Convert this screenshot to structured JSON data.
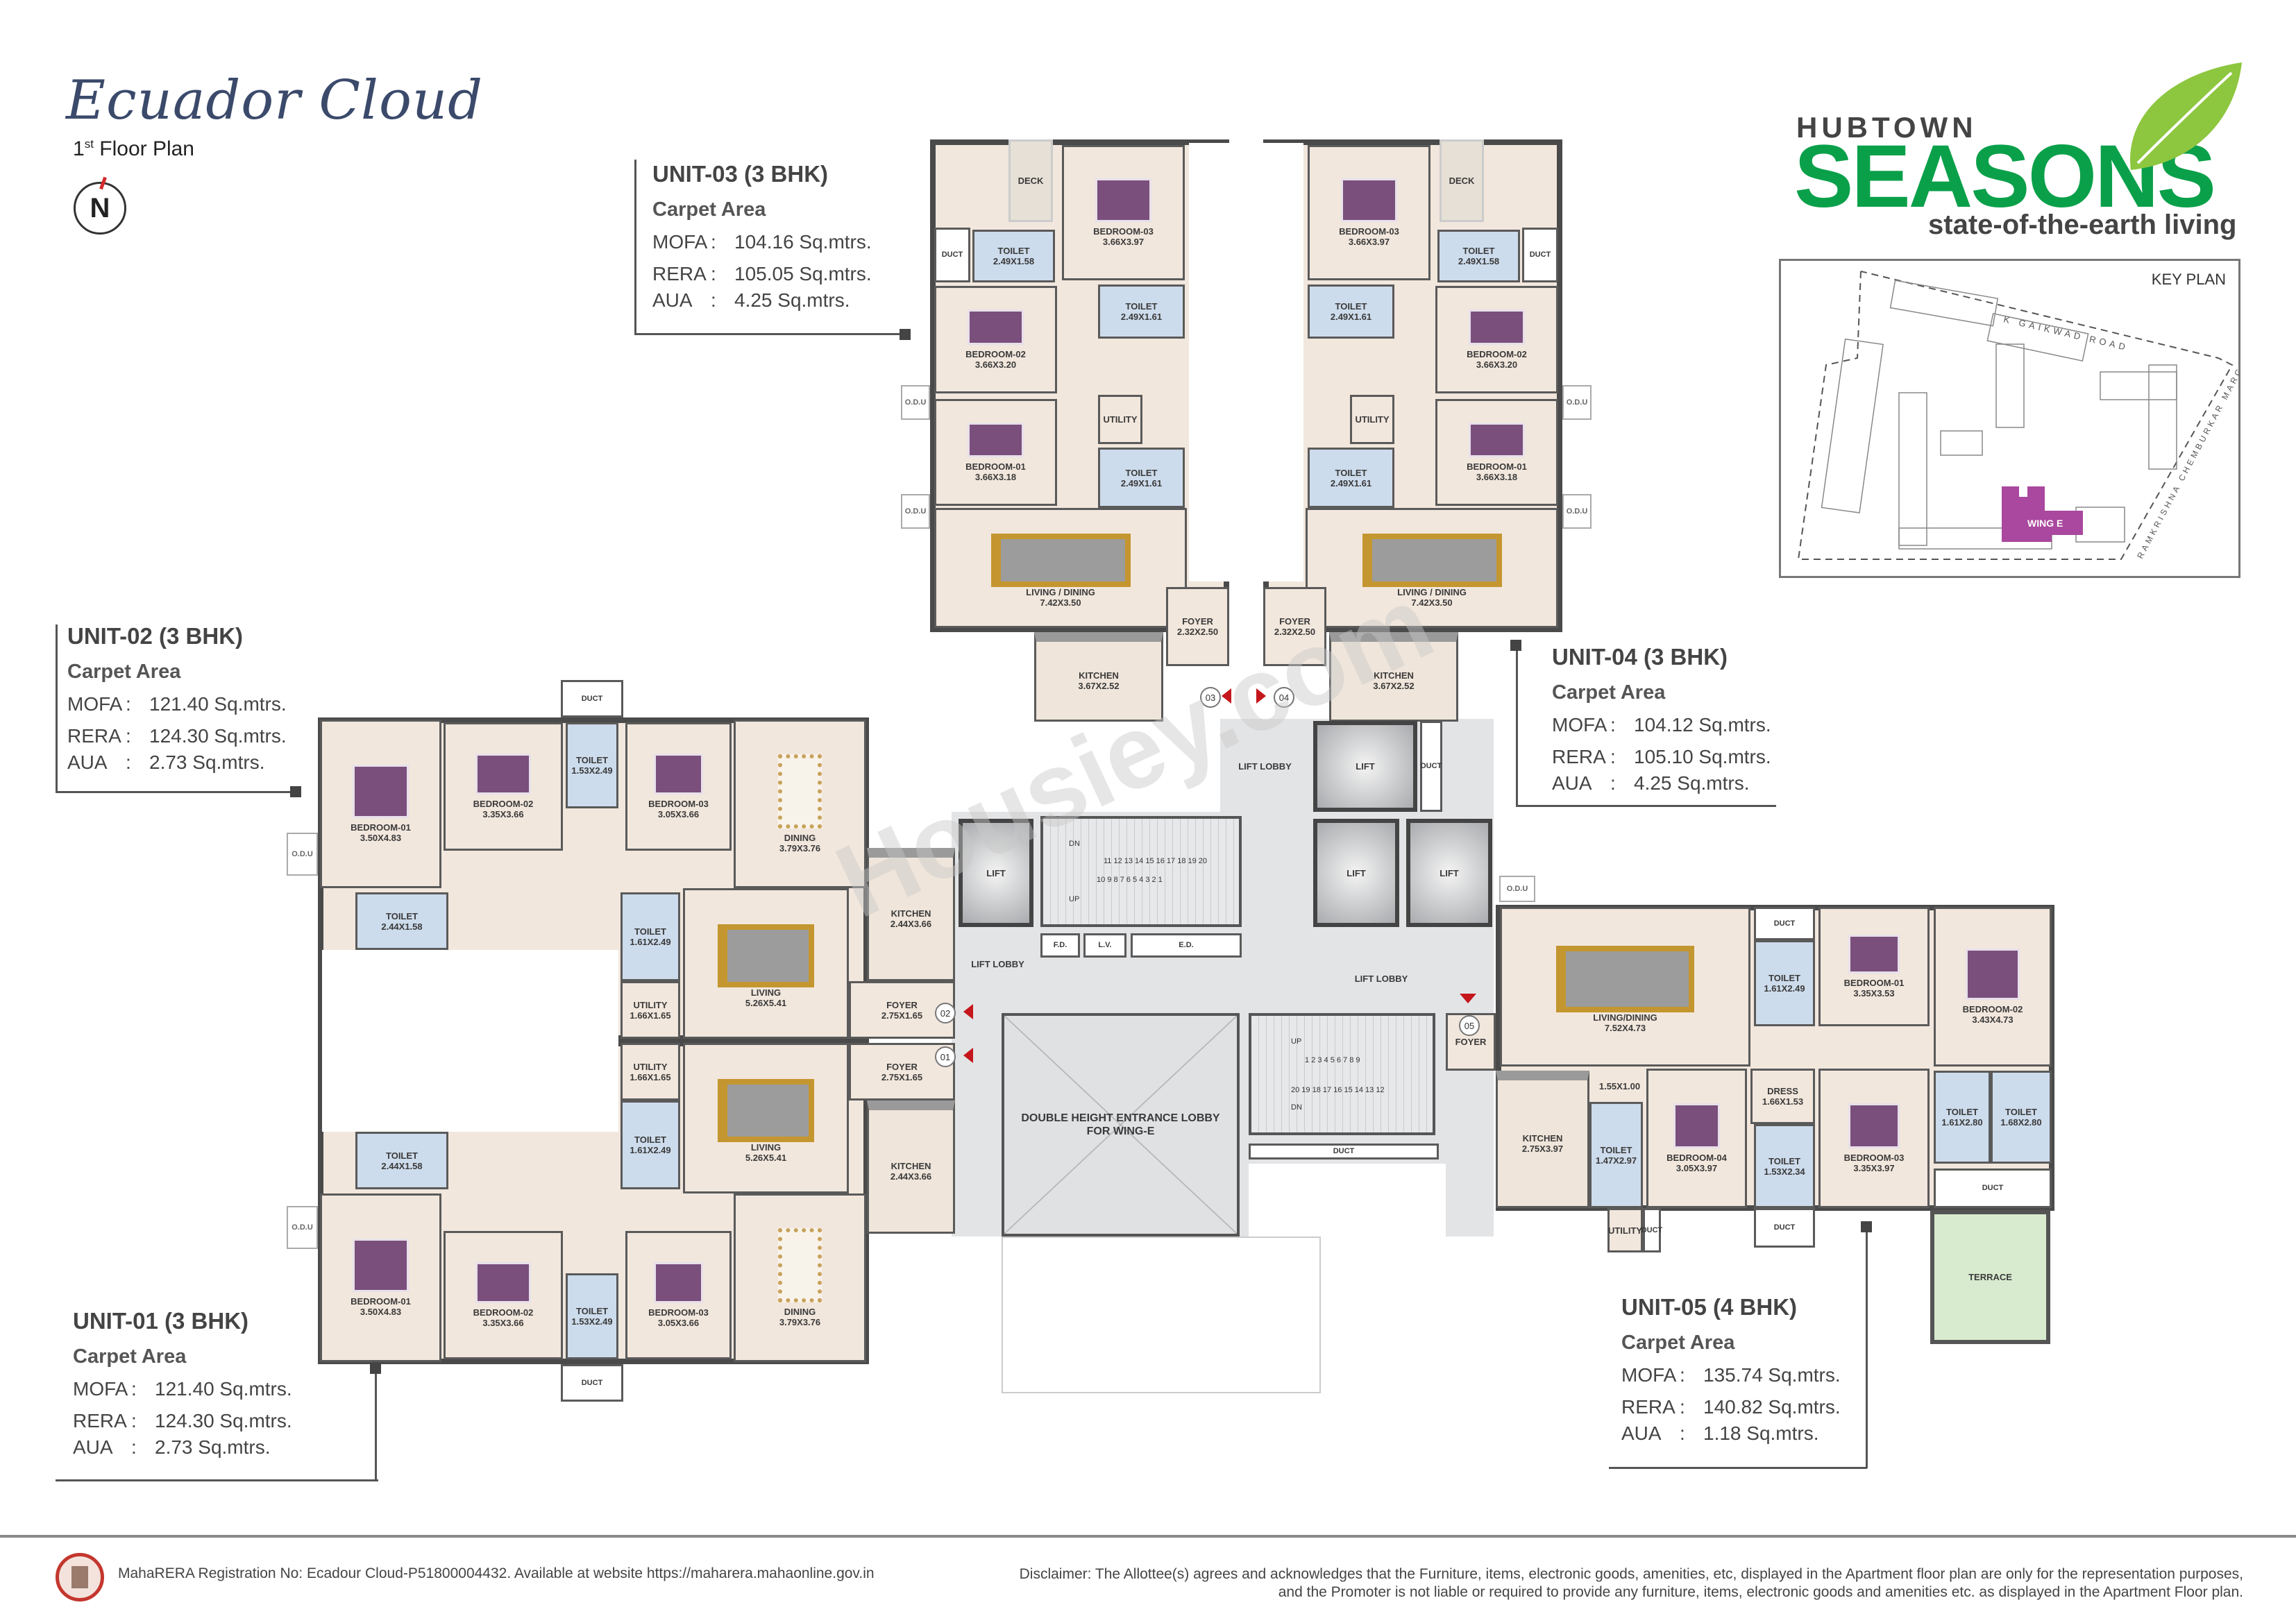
{
  "header": {
    "project_title": "Ecuador Cloud",
    "floor_ordinal": "1",
    "floor_suffix": "st",
    "floor_label": "Floor Plan",
    "north_label": "N"
  },
  "units": [
    {
      "title": "UNIT-03 (3 BHK)",
      "carpet_label": "Carpet Area",
      "rows": [
        {
          "k": "MOFA",
          "v": "104.16 Sq.mtrs."
        },
        {
          "k": "RERA",
          "v": "105.05 Sq.mtrs."
        },
        {
          "k": "AUA",
          "v": "4.25 Sq.mtrs."
        }
      ]
    },
    {
      "title": "UNIT-02 (3 BHK)",
      "carpet_label": "Carpet Area",
      "rows": [
        {
          "k": "MOFA",
          "v": "121.40 Sq.mtrs."
        },
        {
          "k": "RERA",
          "v": "124.30 Sq.mtrs."
        },
        {
          "k": "AUA",
          "v": "2.73 Sq.mtrs."
        }
      ]
    },
    {
      "title": "UNIT-04 (3 BHK)",
      "carpet_label": "Carpet Area",
      "rows": [
        {
          "k": "MOFA",
          "v": "104.12 Sq.mtrs."
        },
        {
          "k": "RERA",
          "v": "105.10 Sq.mtrs."
        },
        {
          "k": "AUA",
          "v": "4.25 Sq.mtrs."
        }
      ]
    },
    {
      "title": "UNIT-01 (3 BHK)",
      "carpet_label": "Carpet Area",
      "rows": [
        {
          "k": "MOFA",
          "v": "121.40 Sq.mtrs."
        },
        {
          "k": "RERA",
          "v": "124.30 Sq.mtrs."
        },
        {
          "k": "AUA",
          "v": "2.73 Sq.mtrs."
        }
      ]
    },
    {
      "title": "UNIT-05 (4 BHK)",
      "carpet_label": "Carpet Area",
      "rows": [
        {
          "k": "MOFA",
          "v": "135.74 Sq.mtrs."
        },
        {
          "k": "RERA",
          "v": "140.82 Sq.mtrs."
        },
        {
          "k": "AUA",
          "v": "1.18 Sq.mtrs."
        }
      ]
    }
  ],
  "plan": {
    "units": [
      {
        "id": "unit-03",
        "rooms": [
          {
            "name": "DECK",
            "dims": ""
          },
          {
            "name": "BEDROOM-03",
            "dims": "3.66X3.97"
          },
          {
            "name": "DUCT",
            "dims": ""
          },
          {
            "name": "TOILET",
            "dims": "2.49X1.58"
          },
          {
            "name": "BEDROOM-02",
            "dims": "3.66X3.20"
          },
          {
            "name": "TOILET",
            "dims": "2.49X1.61"
          },
          {
            "name": "UTILITY",
            "dims": ""
          },
          {
            "name": "TOILET",
            "dims": "2.49X1.61"
          },
          {
            "name": "BEDROOM-01",
            "dims": "3.66X3.18"
          },
          {
            "name": "LIVING / DINING",
            "dims": "7.42X3.50"
          },
          {
            "name": "FOYER",
            "dims": "2.32X2.50"
          },
          {
            "name": "KITCHEN",
            "dims": "3.67X2.52"
          },
          {
            "name": "O.D.U",
            "dims": ""
          },
          {
            "name": "O.D.U",
            "dims": ""
          }
        ]
      },
      {
        "id": "unit-04",
        "rooms": [
          {
            "name": "DECK",
            "dims": ""
          },
          {
            "name": "BEDROOM-03",
            "dims": "3.66X3.97"
          },
          {
            "name": "DUCT",
            "dims": ""
          },
          {
            "name": "TOILET",
            "dims": "2.49X1.58"
          },
          {
            "name": "BEDROOM-02",
            "dims": "3.66X3.20"
          },
          {
            "name": "TOILET",
            "dims": "2.49X1.61"
          },
          {
            "name": "UTILITY",
            "dims": ""
          },
          {
            "name": "TOILET",
            "dims": "2.49X1.61"
          },
          {
            "name": "BEDROOM-01",
            "dims": "3.66X3.18"
          },
          {
            "name": "LIVING / DINING",
            "dims": "7.42X3.50"
          },
          {
            "name": "FOYER",
            "dims": "2.32X2.50"
          },
          {
            "name": "KITCHEN",
            "dims": "3.67X2.52"
          },
          {
            "name": "O.D.U",
            "dims": ""
          },
          {
            "name": "O.D.U",
            "dims": ""
          }
        ]
      },
      {
        "id": "unit-02",
        "rooms": [
          {
            "name": "BEDROOM-01",
            "dims": "3.50X4.83"
          },
          {
            "name": "BEDROOM-02",
            "dims": "3.35X3.66"
          },
          {
            "name": "TOILET",
            "dims": "1.53X2.49"
          },
          {
            "name": "DUCT",
            "dims": ""
          },
          {
            "name": "BEDROOM-03",
            "dims": "3.05X3.66"
          },
          {
            "name": "DINING",
            "dims": "3.79X3.76"
          },
          {
            "name": "TOILET",
            "dims": "2.44X1.58"
          },
          {
            "name": "TOILET",
            "dims": "1.61X2.49"
          },
          {
            "name": "UTILITY",
            "dims": "1.66X1.65"
          },
          {
            "name": "LIVING",
            "dims": "5.26X5.41"
          },
          {
            "name": "KITCHEN",
            "dims": "2.44X3.66"
          },
          {
            "name": "FOYER",
            "dims": "2.75X1.65"
          },
          {
            "name": "O.D.U",
            "dims": ""
          }
        ]
      },
      {
        "id": "unit-01",
        "rooms": [
          {
            "name": "BEDROOM-01",
            "dims": "3.50X4.83"
          },
          {
            "name": "BEDROOM-02",
            "dims": "3.35X3.66"
          },
          {
            "name": "TOILET",
            "dims": "1.53X2.49"
          },
          {
            "name": "DUCT",
            "dims": ""
          },
          {
            "name": "BEDROOM-03",
            "dims": "3.05X3.66"
          },
          {
            "name": "DINING",
            "dims": "3.79X3.76"
          },
          {
            "name": "TOILET",
            "dims": "2.44X1.58"
          },
          {
            "name": "TOILET",
            "dims": "1.61X2.49"
          },
          {
            "name": "UTILITY",
            "dims": "1.66X1.65"
          },
          {
            "name": "LIVING",
            "dims": "5.26X5.41"
          },
          {
            "name": "KITCHEN",
            "dims": "2.44X3.66"
          },
          {
            "name": "FOYER",
            "dims": "2.75X1.65"
          },
          {
            "name": "O.D.U",
            "dims": ""
          }
        ]
      },
      {
        "id": "unit-05",
        "rooms": [
          {
            "name": "LIVING/DINING",
            "dims": "7.52X4.73"
          },
          {
            "name": "DUCT",
            "dims": ""
          },
          {
            "name": "TOILET",
            "dims": "1.61X2.49"
          },
          {
            "name": "BEDROOM-01",
            "dims": "3.35X3.53"
          },
          {
            "name": "BEDROOM-02",
            "dims": "3.43X4.73"
          },
          {
            "name": "FOYER",
            "dims": ""
          },
          {
            "name": "KITCHEN",
            "dims": "2.75X3.97"
          },
          {
            "name": "",
            "dims": "1.55X1.00"
          },
          {
            "name": "TOILET",
            "dims": "1.47X2.97"
          },
          {
            "name": "UTILITY",
            "dims": ""
          },
          {
            "name": "DUCT",
            "dims": ""
          },
          {
            "name": "BEDROOM-04",
            "dims": "3.05X3.97"
          },
          {
            "name": "DRESS",
            "dims": "1.66X1.53"
          },
          {
            "name": "TOILET",
            "dims": "1.53X2.34"
          },
          {
            "name": "DUCT",
            "dims": ""
          },
          {
            "name": "BEDROOM-03",
            "dims": "3.35X3.97"
          },
          {
            "name": "TOILET",
            "dims": "1.61X2.80"
          },
          {
            "name": "TOILET",
            "dims": "1.68X2.80"
          },
          {
            "name": "DUCT",
            "dims": ""
          },
          {
            "name": "TERRACE",
            "dims": ""
          },
          {
            "name": "O.D.U",
            "dims": ""
          }
        ]
      }
    ],
    "core": [
      {
        "name": "LIFT",
        "dims": ""
      },
      {
        "name": "",
        "dims": ""
      },
      {
        "name": "LIFT LOBBY",
        "dims": ""
      },
      {
        "name": "LIFT",
        "dims": ""
      },
      {
        "name": "DUCT",
        "dims": ""
      },
      {
        "name": "LIFT",
        "dims": ""
      },
      {
        "name": "LIFT",
        "dims": ""
      },
      {
        "name": "F.D.",
        "dims": ""
      },
      {
        "name": "L.V.",
        "dims": ""
      },
      {
        "name": "E.D.",
        "dims": ""
      },
      {
        "name": "LIFT LOBBY",
        "dims": ""
      },
      {
        "name": "LIFT LOBBY",
        "dims": ""
      },
      {
        "name": "DOUBLE HEIGHT ENTRANCE LOBBY",
        "dims": "FOR WING-E"
      },
      {
        "name": "",
        "dims": ""
      },
      {
        "name": "DUCT",
        "dims": ""
      }
    ],
    "stair_labels": {
      "up": "UP",
      "dn": "DN",
      "top_upper": "11 12 13 14 15 16 17 18 19 20",
      "top_lower": "10 9 8 7 6 5 4 3 2 1",
      "bottom_upper": "1 2 3 4 5 6 7 8 9",
      "bottom_lower": "20 19 18 17 16 15 14 13 12"
    },
    "entries": [
      "01",
      "02",
      "03",
      "04",
      "05"
    ],
    "entry_arrow_color": "#c4161c"
  },
  "watermark": "Housiey.com",
  "logo": {
    "brand": "HUBTOWN",
    "name": "SEASONS",
    "tagline": "state-of-the-earth living",
    "green": "#0aa04a",
    "leaf": "#8dc63f"
  },
  "key_plan": {
    "title": "KEY PLAN",
    "road_north": "K GAIKWAD ROAD",
    "road_east": "RAMKRISHNA CHEMBURKAR MARG",
    "wing": "WING E",
    "wing_color": "#a9489e"
  },
  "footer": {
    "registration": "MahaRERA Registration No: Ecadour Cloud-P51800004432. Available at website https://maharera.mahaonline.gov.in",
    "disclaimer_1": "Disclaimer: The Allottee(s) agrees and acknowledges that the Furniture, items, electronic goods, amenities, etc, displayed in the Apartment floor plan are only for the representation purposes,",
    "disclaimer_2": "and the Promoter is not liable or required to provide any furniture, items, electronic goods and amenities etc. as displayed in the Apartment Floor plan."
  }
}
